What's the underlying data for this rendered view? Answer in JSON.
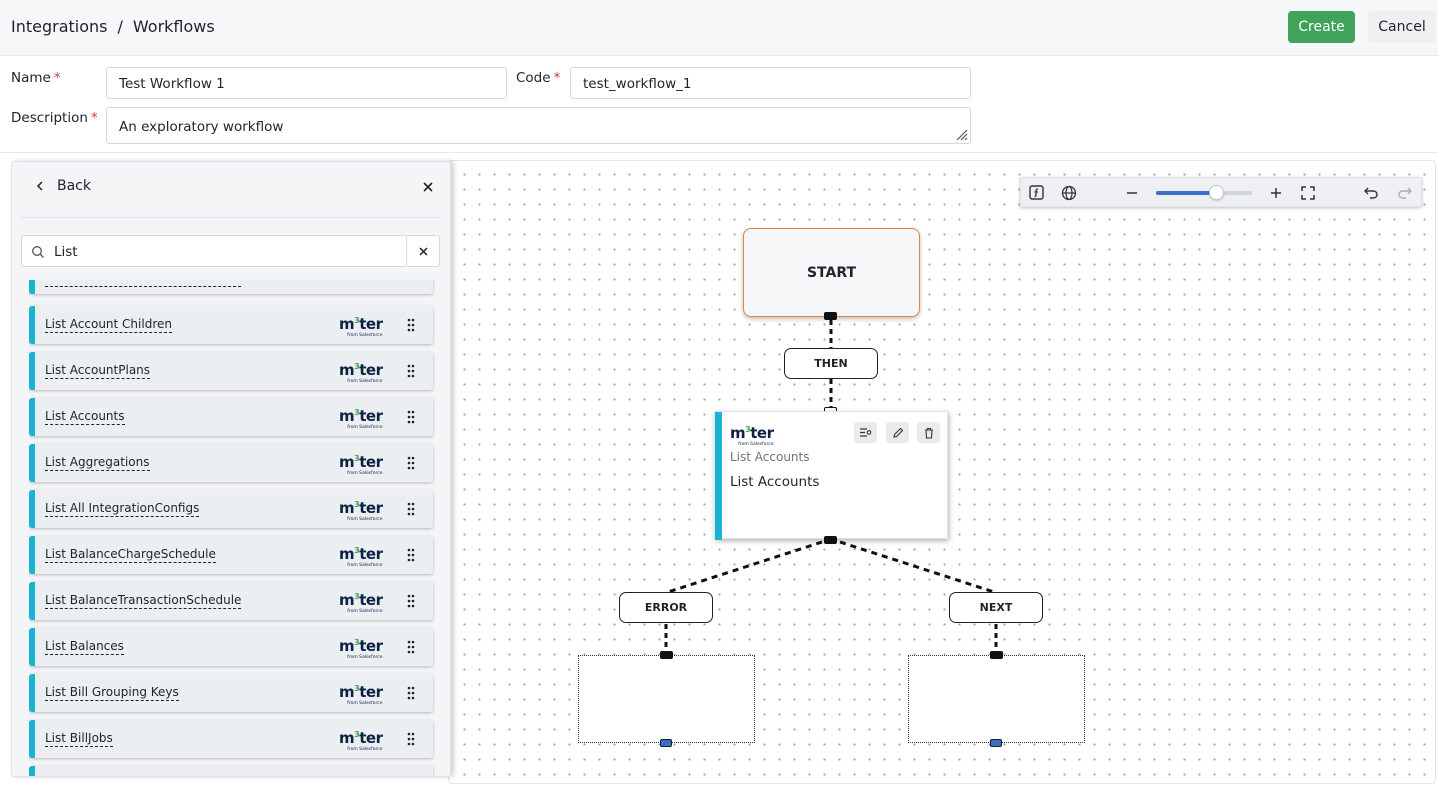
{
  "header": {
    "breadcrumb": [
      "Integrations",
      "/",
      "Workflows"
    ],
    "create_label": "Create",
    "cancel_label": "Cancel",
    "create_color": "#3fa45a"
  },
  "form": {
    "name_label": "Name",
    "name_value": "Test Workflow 1",
    "code_label": "Code",
    "code_value": "test_workflow_1",
    "description_label": "Description",
    "description_value": "An exploratory workflow",
    "required_mark": "*"
  },
  "panel": {
    "back_label": "Back",
    "search_value": "List",
    "items": [
      "List Account Children",
      "List AccountPlans",
      "List Accounts",
      "List Aggregations",
      "List All IntegrationConfigs",
      "List BalanceChargeSchedule",
      "List BalanceTransactionSchedule",
      "List Balances",
      "List Bill Grouping Keys",
      "List BillJobs"
    ],
    "logo_text": "m",
    "logo_sup": "3",
    "logo_tail": "ter",
    "logo_sub": "from Salesforce",
    "accent_color": "#19b3d4"
  },
  "toolbar": {
    "zoom_fraction": 0.62,
    "icons": [
      "function-icon",
      "globe-icon",
      "zoom-out-icon",
      "zoom-in-icon",
      "fullscreen-icon",
      "undo-icon",
      "redo-icon"
    ]
  },
  "flow": {
    "start_label": "START",
    "then_label": "THEN",
    "error_label": "ERROR",
    "next_label": "NEXT",
    "action_subtitle": "List Accounts",
    "action_title": "List Accounts"
  }
}
